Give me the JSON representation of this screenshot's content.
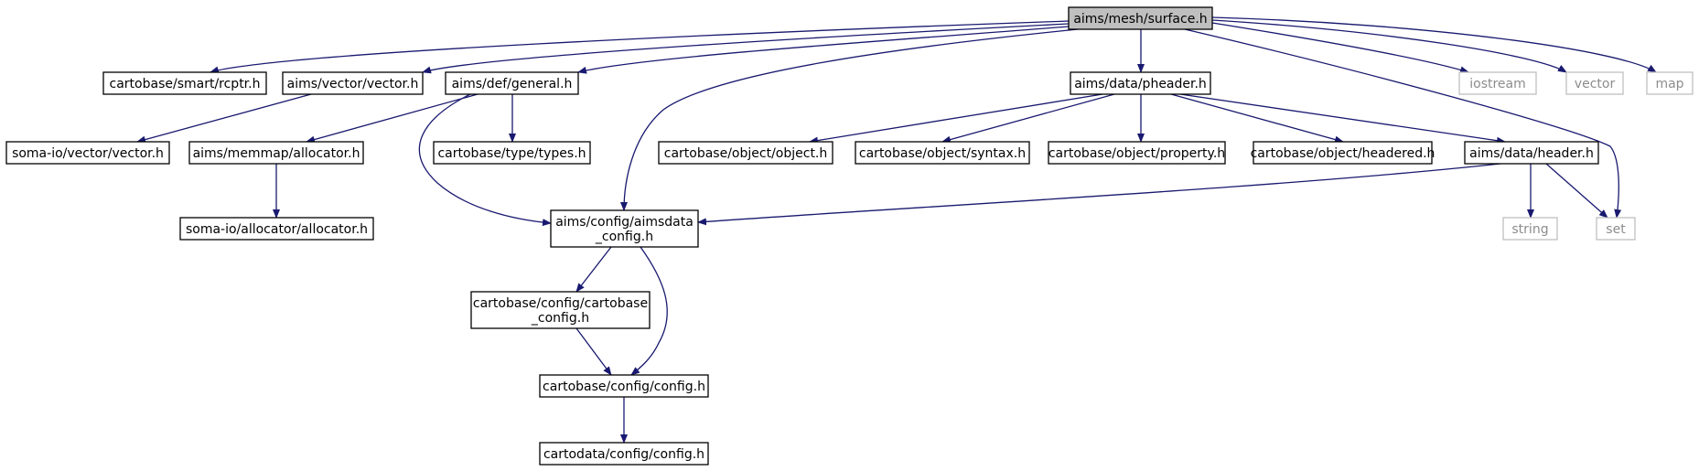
{
  "colors": {
    "edge": "#191970",
    "node_border": "#000000",
    "node_text": "#000000",
    "root_fill": "#bfbfbf",
    "external_border": "#bfbfbf",
    "external_text": "#8c8c8c",
    "background": "#ffffff"
  },
  "nodes": [
    {
      "id": "surface",
      "lines": [
        "aims/mesh/surface.h"
      ],
      "style": "root"
    },
    {
      "id": "rcptr",
      "lines": [
        "cartobase/smart/rcptr.h"
      ],
      "style": "normal"
    },
    {
      "id": "aimsvector",
      "lines": [
        "aims/vector/vector.h"
      ],
      "style": "normal"
    },
    {
      "id": "general",
      "lines": [
        "aims/def/general.h"
      ],
      "style": "normal"
    },
    {
      "id": "pheader",
      "lines": [
        "aims/data/pheader.h"
      ],
      "style": "normal"
    },
    {
      "id": "iostream",
      "lines": [
        "iostream"
      ],
      "style": "external"
    },
    {
      "id": "vector",
      "lines": [
        "vector"
      ],
      "style": "external"
    },
    {
      "id": "map",
      "lines": [
        "map"
      ],
      "style": "external"
    },
    {
      "id": "somavector",
      "lines": [
        "soma-io/vector/vector.h"
      ],
      "style": "normal"
    },
    {
      "id": "memallocator",
      "lines": [
        "aims/memmap/allocator.h"
      ],
      "style": "normal"
    },
    {
      "id": "types",
      "lines": [
        "cartobase/type/types.h"
      ],
      "style": "normal"
    },
    {
      "id": "object",
      "lines": [
        "cartobase/object/object.h"
      ],
      "style": "normal"
    },
    {
      "id": "syntax",
      "lines": [
        "cartobase/object/syntax.h"
      ],
      "style": "normal"
    },
    {
      "id": "property",
      "lines": [
        "cartobase/object/property.h"
      ],
      "style": "normal"
    },
    {
      "id": "headered",
      "lines": [
        "cartobase/object/headered.h"
      ],
      "style": "normal"
    },
    {
      "id": "header",
      "lines": [
        "aims/data/header.h"
      ],
      "style": "normal"
    },
    {
      "id": "somaallocator",
      "lines": [
        "soma-io/allocator/allocator.h"
      ],
      "style": "normal"
    },
    {
      "id": "aimsdataconfig",
      "lines": [
        "aims/config/aimsdata",
        "_config.h"
      ],
      "style": "normal"
    },
    {
      "id": "string",
      "lines": [
        "string"
      ],
      "style": "external"
    },
    {
      "id": "set",
      "lines": [
        "set"
      ],
      "style": "external"
    },
    {
      "id": "cbconfig",
      "lines": [
        "cartobase/config/cartobase",
        "_config.h"
      ],
      "style": "normal"
    },
    {
      "id": "config",
      "lines": [
        "cartobase/config/config.h"
      ],
      "style": "normal"
    },
    {
      "id": "cdconfig",
      "lines": [
        "cartodata/config/config.h"
      ],
      "style": "normal"
    }
  ],
  "edges": [
    {
      "from": "surface",
      "to": "rcptr"
    },
    {
      "from": "surface",
      "to": "aimsvector"
    },
    {
      "from": "surface",
      "to": "general"
    },
    {
      "from": "surface",
      "to": "aimsdataconfig"
    },
    {
      "from": "surface",
      "to": "pheader"
    },
    {
      "from": "surface",
      "to": "set"
    },
    {
      "from": "surface",
      "to": "iostream"
    },
    {
      "from": "surface",
      "to": "vector"
    },
    {
      "from": "surface",
      "to": "map"
    },
    {
      "from": "aimsvector",
      "to": "somavector"
    },
    {
      "from": "general",
      "to": "memallocator"
    },
    {
      "from": "general",
      "to": "types"
    },
    {
      "from": "general",
      "to": "aimsdataconfig"
    },
    {
      "from": "memallocator",
      "to": "somaallocator"
    },
    {
      "from": "pheader",
      "to": "object"
    },
    {
      "from": "pheader",
      "to": "syntax"
    },
    {
      "from": "pheader",
      "to": "property"
    },
    {
      "from": "pheader",
      "to": "headered"
    },
    {
      "from": "pheader",
      "to": "header"
    },
    {
      "from": "header",
      "to": "aimsdataconfig"
    },
    {
      "from": "header",
      "to": "string"
    },
    {
      "from": "header",
      "to": "set"
    },
    {
      "from": "aimsdataconfig",
      "to": "cbconfig"
    },
    {
      "from": "aimsdataconfig",
      "to": "config"
    },
    {
      "from": "cbconfig",
      "to": "config"
    },
    {
      "from": "config",
      "to": "cdconfig"
    }
  ]
}
